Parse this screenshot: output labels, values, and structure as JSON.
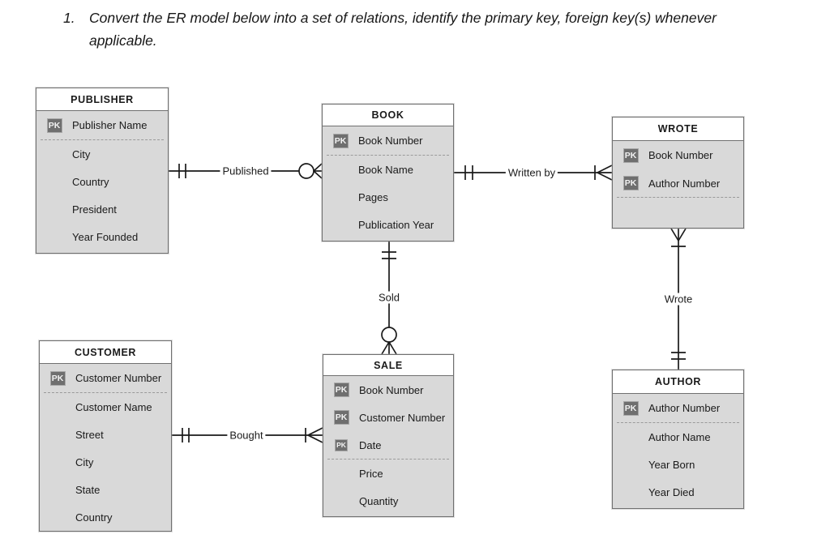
{
  "title": {
    "number": "1.",
    "text": "Convert the ER model below into a set of relations, identify the primary key, foreign key(s) whenever applicable."
  },
  "pk_badge": "PK",
  "entities": {
    "publisher": {
      "name": "PUBLISHER",
      "attributes": [
        {
          "label": "Publisher Name",
          "pk": true
        },
        {
          "label": "City",
          "pk": false
        },
        {
          "label": "Country",
          "pk": false
        },
        {
          "label": "President",
          "pk": false
        },
        {
          "label": "Year Founded",
          "pk": false
        }
      ]
    },
    "book": {
      "name": "BOOK",
      "attributes": [
        {
          "label": "Book Number",
          "pk": true
        },
        {
          "label": "Book Name",
          "pk": false
        },
        {
          "label": "Pages",
          "pk": false
        },
        {
          "label": "Publication Year",
          "pk": false
        }
      ]
    },
    "wrote": {
      "name": "WROTE",
      "attributes": [
        {
          "label": "Book Number",
          "pk": true
        },
        {
          "label": "Author Number",
          "pk": true
        }
      ]
    },
    "customer": {
      "name": "CUSTOMER",
      "attributes": [
        {
          "label": "Customer Number",
          "pk": true
        },
        {
          "label": "Customer Name",
          "pk": false
        },
        {
          "label": "Street",
          "pk": false
        },
        {
          "label": "City",
          "pk": false
        },
        {
          "label": "State",
          "pk": false
        },
        {
          "label": "Country",
          "pk": false
        }
      ]
    },
    "sale": {
      "name": "SALE",
      "attributes": [
        {
          "label": "Book Number",
          "pk": true
        },
        {
          "label": "Customer Number",
          "pk": true
        },
        {
          "label": "Date",
          "pk": true
        },
        {
          "label": "Price",
          "pk": false
        },
        {
          "label": "Quantity",
          "pk": false
        }
      ]
    },
    "author": {
      "name": "AUTHOR",
      "attributes": [
        {
          "label": "Author Number",
          "pk": true
        },
        {
          "label": "Author Name",
          "pk": false
        },
        {
          "label": "Year Born",
          "pk": false
        },
        {
          "label": "Year Died",
          "pk": false
        }
      ]
    }
  },
  "relationships": {
    "published": {
      "label": "Published",
      "from": "PUBLISHER",
      "to": "BOOK",
      "from_cardinality": "one-and-only-one",
      "to_cardinality": "zero-or-many"
    },
    "written_by": {
      "label": "Written by",
      "from": "BOOK",
      "to": "WROTE",
      "from_cardinality": "one-and-only-one",
      "to_cardinality": "one-or-many"
    },
    "sold": {
      "label": "Sold",
      "from": "BOOK",
      "to": "SALE",
      "from_cardinality": "one-and-only-one",
      "to_cardinality": "zero-or-many"
    },
    "wrote": {
      "label": "Wrote",
      "from": "WROTE",
      "to": "AUTHOR",
      "from_cardinality": "one-or-many",
      "to_cardinality": "one-and-only-one"
    },
    "bought": {
      "label": "Bought",
      "from": "CUSTOMER",
      "to": "SALE",
      "from_cardinality": "one-and-only-one",
      "to_cardinality": "one-or-many"
    }
  },
  "colors": {
    "entity_body": "#d9d9d9",
    "entity_header": "#ffffff",
    "entity_border": "#707070",
    "pk_badge_fill": "#6f6f6f",
    "line": "#1a1a1a"
  }
}
